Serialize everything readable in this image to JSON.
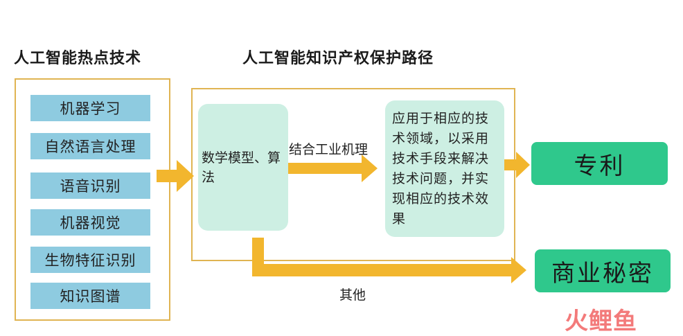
{
  "headings": {
    "left": "人工智能热点技术",
    "right": "人工智能知识产权保护路径"
  },
  "tech_list": [
    "机器学习",
    "自然语言处理",
    "语音识别",
    "机器视觉",
    "生物特征识别",
    "知识图谱"
  ],
  "flow": {
    "model_box": "数学模型、算法",
    "combine_label": "结合工业机理",
    "apply_box": "应用于相应的技术领域，以采用技术手段来解决技术问题，并实现相应的技术效果",
    "patent": "专利",
    "trade_secret": "商业秘密",
    "other_label": "其他"
  },
  "watermark": "火鲤鱼",
  "colors": {
    "frame": "#e0b452",
    "arrow": "#f2b62e",
    "tech_fill": "#8ecbe0",
    "pale_fill": "#cdefe3",
    "green_fill": "#2fc88c"
  }
}
